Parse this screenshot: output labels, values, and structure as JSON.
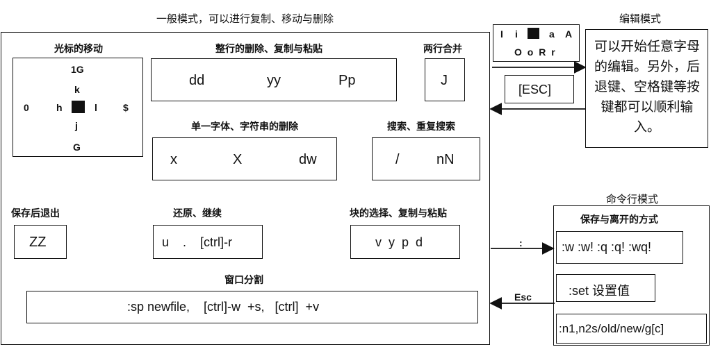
{
  "normal_mode": {
    "title": "一般模式，可以进行复制、移动与删除",
    "cursor_move": {
      "label": "光标的移动",
      "up2": "1G",
      "up1": "k",
      "left2": "0",
      "left1": "h",
      "right1": "l",
      "right2": "$",
      "down1": "j",
      "down2": "G"
    },
    "line_delete": {
      "label": "整行的删除、复制与粘贴",
      "keys": [
        "dd",
        "yy",
        "Pp"
      ]
    },
    "join": {
      "label": "两行合并",
      "key": "J"
    },
    "char_delete": {
      "label": "单一字体、字符串的删除",
      "keys": [
        "x",
        "X",
        "dw"
      ]
    },
    "search": {
      "label": "搜索、重复搜索",
      "keys": [
        "/",
        "nN"
      ]
    },
    "save_exit": {
      "label": "保存后退出",
      "key": "ZZ"
    },
    "undo": {
      "label": "还原、继续",
      "keys": "u    .    [ctrl]-r"
    },
    "block": {
      "label": "块的选择、复制与粘贴",
      "keys": "v  y  p  d"
    },
    "window": {
      "label": "窗口分割",
      "keys": ":sp newfile,    [ctrl]-w  +s,   [ctrl]  +v"
    }
  },
  "edit_mode": {
    "title": "编辑模式",
    "keys_row1": [
      "I",
      "i",
      "a",
      "A"
    ],
    "keys_row2": "O o R r",
    "description": "可以开始任意字母的编辑。另外，后退键、空格键等按键都可以顺利输入。",
    "esc": "[ESC]"
  },
  "command_mode": {
    "title": "命令行模式",
    "save_label": "保存与离开的方式",
    "save_cmds": ":w :w! :q :q! :wq!",
    "set_cmd": ":set 设置值",
    "replace_cmd": ":n1,n2s/old/new/g[c]"
  },
  "arrows": {
    "to_command": ":",
    "from_command": "Esc"
  }
}
